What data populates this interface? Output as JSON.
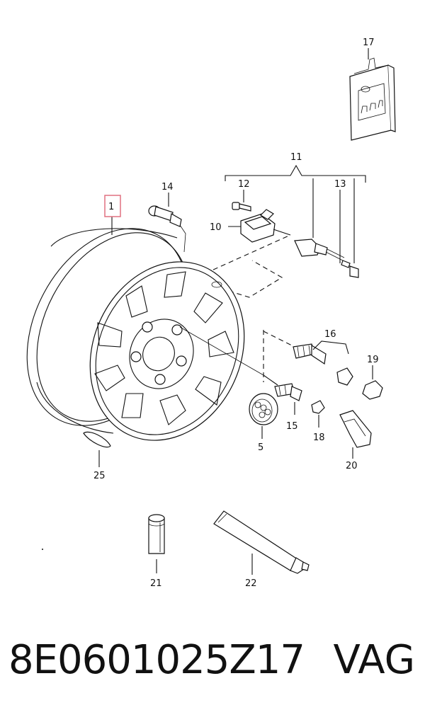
{
  "callouts": {
    "c1": "1",
    "c5": "5",
    "c10": "10",
    "c11": "11",
    "c12": "12",
    "c13": "13",
    "c14": "14",
    "c15": "15",
    "c16": "16",
    "c17": "17",
    "c18": "18",
    "c19": "19",
    "c20": "20",
    "c21": "21",
    "c22": "22",
    "c25": "25"
  },
  "highlight_color": "#e07080",
  "footer": {
    "part_number": "8E0601025Z17",
    "brand": "VAG"
  }
}
